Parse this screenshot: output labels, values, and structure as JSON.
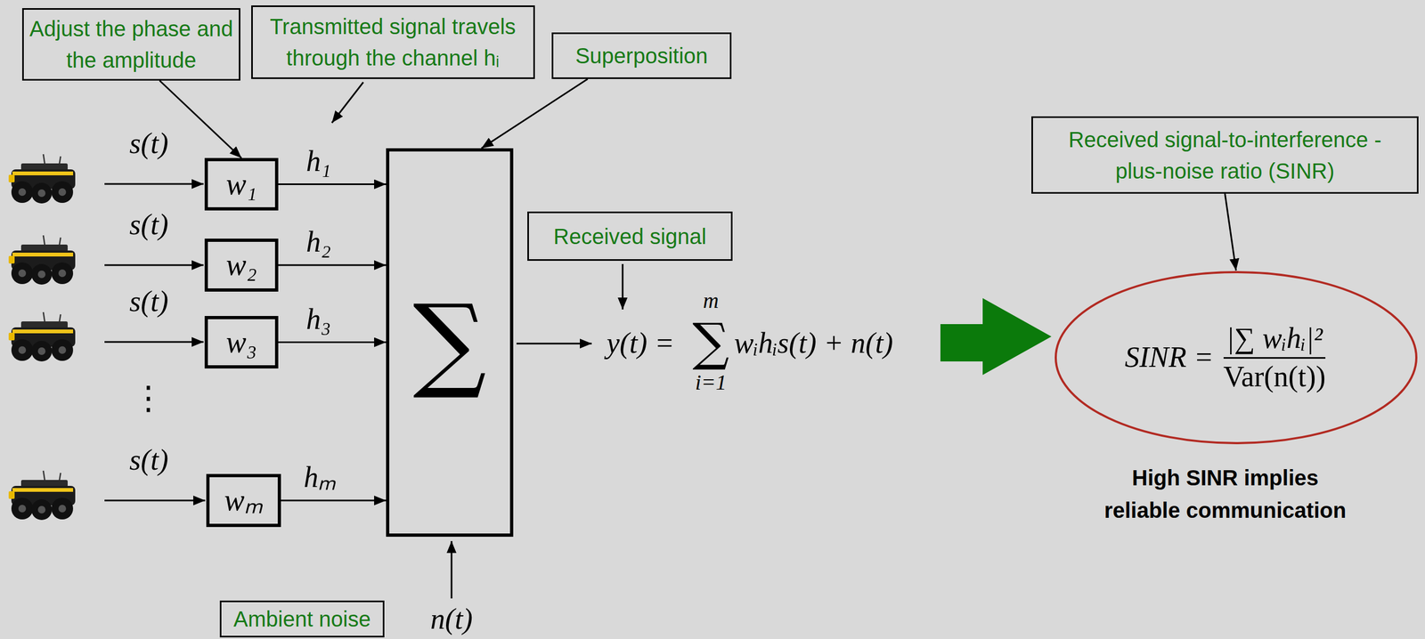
{
  "diagram": {
    "nodes": [
      {
        "text": [
          "Adjust the phase and the amplitude"
        ]
      },
      {
        "text": [
          "Transmitted signal travels through the channel hᵢ"
        ]
      },
      {
        "text": [
          "Superposition"
        ]
      },
      {
        "text": [
          "w₁"
        ]
      },
      {
        "text": [
          "w₂"
        ]
      },
      {
        "text": [
          "w₃"
        ]
      },
      {
        "text": [
          "wₘ"
        ]
      },
      {
        "text": [
          "∑"
        ]
      },
      {
        "text": [
          "Received signal"
        ]
      },
      {
        "text": [
          "Received signal-to-interference -plus-noise ratio (SINR)"
        ]
      },
      {
        "text": [
          "SINR =",
          "|∑ wᵢhᵢ|²",
          "Var(n(t))"
        ]
      },
      {
        "text": [
          "Ambient noise"
        ]
      }
    ],
    "edges": [
      {
        "from": 0,
        "to": 3,
        "arrow": "to"
      },
      {
        "from": 2,
        "to": 7,
        "arrow": "to"
      },
      {
        "from": 3,
        "to": 7,
        "label": "h₁",
        "arrow": "to"
      },
      {
        "from": 4,
        "to": 7,
        "label": "h₂",
        "arrow": "to"
      },
      {
        "from": 5,
        "to": 7,
        "label": "h₃",
        "arrow": "to"
      },
      {
        "from": 6,
        "to": 7,
        "label": "hₘ",
        "arrow": "to"
      },
      {
        "from": 9,
        "to": 10,
        "arrow": "to"
      }
    ],
    "labels": [
      "s(t)",
      "s(t)",
      "s(t)",
      "⋮",
      "s(t)",
      "n(t)",
      "y(t) =",
      "∑",
      "m",
      "i=1",
      "wᵢhᵢs(t) + n(t)",
      "High SINR implies reliable communication"
    ]
  }
}
